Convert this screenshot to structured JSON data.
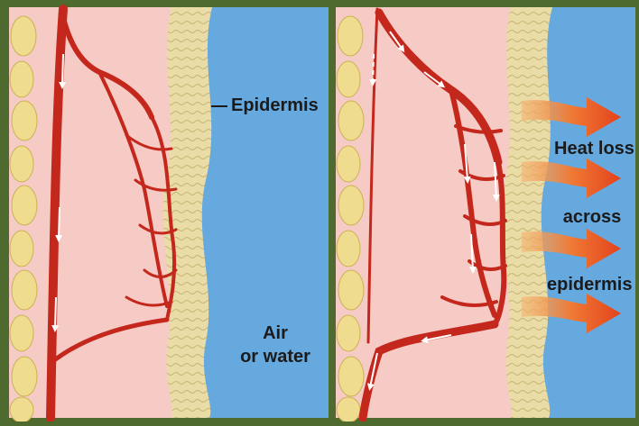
{
  "labels": {
    "epidermis": "Epidermis",
    "medium_line1": "Air",
    "medium_line2": "or water",
    "heat_line1": "Heat loss",
    "heat_line2": "across",
    "heat_line3": "epidermis"
  },
  "colors": {
    "frame": "#4f6a2f",
    "dermis": "#f6cbc6",
    "fat": "#ecd99a",
    "epidermis_layer": "#e9dca7",
    "medium": "#66a9df",
    "vessel": "#c4281c",
    "flow_arrow": "#ffffff",
    "heat_arrow": "#e8531f"
  },
  "icons": [
    "blood-flow-arrow-icon",
    "heat-arrow-icon"
  ]
}
